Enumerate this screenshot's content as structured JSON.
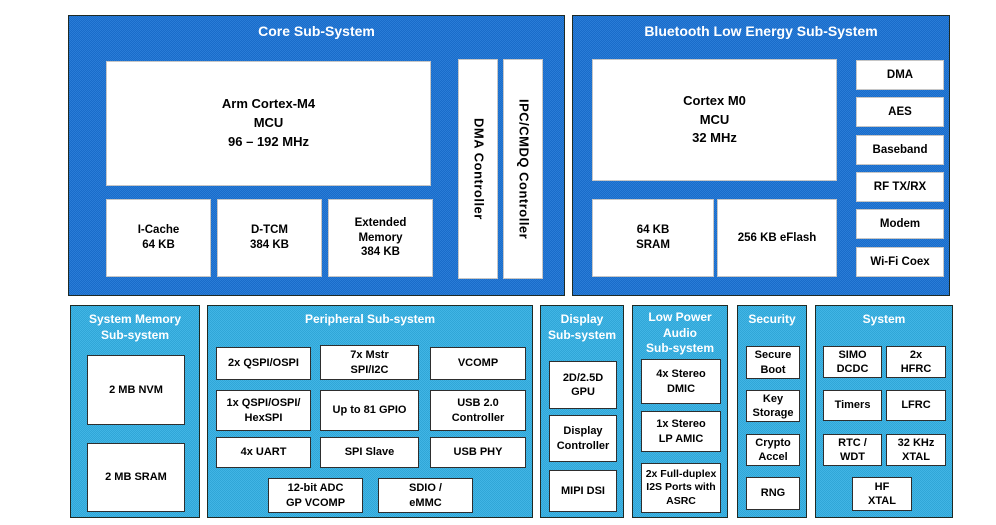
{
  "colors": {
    "panel_dark": "#1a72d4",
    "panel_light": "#33afe3",
    "box_bg": "#ffffff",
    "title_text": "#ffffff",
    "text_dark": "#000000"
  },
  "panels": {
    "core": {
      "title": "Core Sub-System",
      "mcu": "Arm Cortex-M4\nMCU\n96 – 192 MHz",
      "blocks": [
        "I-Cache\n64 KB",
        "D-TCM\n384 KB",
        "Extended\nMemory\n384 KB"
      ],
      "vertical": [
        "DMA Controller",
        "IPC/CMDQ Controller"
      ]
    },
    "ble": {
      "title": "Bluetooth Low Energy Sub-System",
      "mcu": "Cortex M0\nMCU\n32 MHz",
      "blocks": [
        "64 KB\nSRAM",
        "256 KB eFlash"
      ],
      "side": [
        "DMA",
        "AES",
        "Baseband",
        "RF TX/RX",
        "Modem",
        "Wi-Fi Coex"
      ]
    },
    "system_memory": {
      "title": "System Memory\nSub-system",
      "blocks": [
        "2 MB NVM",
        "2 MB SRAM"
      ]
    },
    "peripheral": {
      "title": "Peripheral Sub-system",
      "grid": [
        "2x QSPI/OSPI",
        "7x Mstr\nSPI/I2C",
        "VCOMP",
        "1x QSPI/OSPI/\nHexSPI",
        "Up to 81 GPIO",
        "USB 2.0\nController",
        "4x UART",
        "SPI Slave",
        "USB PHY"
      ],
      "bottom": [
        "12-bit ADC\nGP VCOMP",
        "SDIO /\neMMC"
      ]
    },
    "display": {
      "title": "Display\nSub-system",
      "blocks": [
        "2D/2.5D\nGPU",
        "Display\nController",
        "MIPI DSI"
      ]
    },
    "audio": {
      "title": "Low Power\nAudio\nSub-system",
      "blocks": [
        "4x Stereo\nDMIC",
        "1x Stereo\nLP AMIC",
        "2x Full-duplex\nI2S Ports with\nASRC"
      ]
    },
    "security": {
      "title": "Security",
      "blocks": [
        "Secure\nBoot",
        "Key\nStorage",
        "Crypto\nAccel",
        "RNG"
      ]
    },
    "system": {
      "title": "System",
      "grid": [
        "SIMO\nDCDC",
        "2x\nHFRC",
        "Timers",
        "LFRC",
        "RTC /\nWDT",
        "32 KHz\nXTAL"
      ],
      "bottom": "HF\nXTAL"
    }
  }
}
